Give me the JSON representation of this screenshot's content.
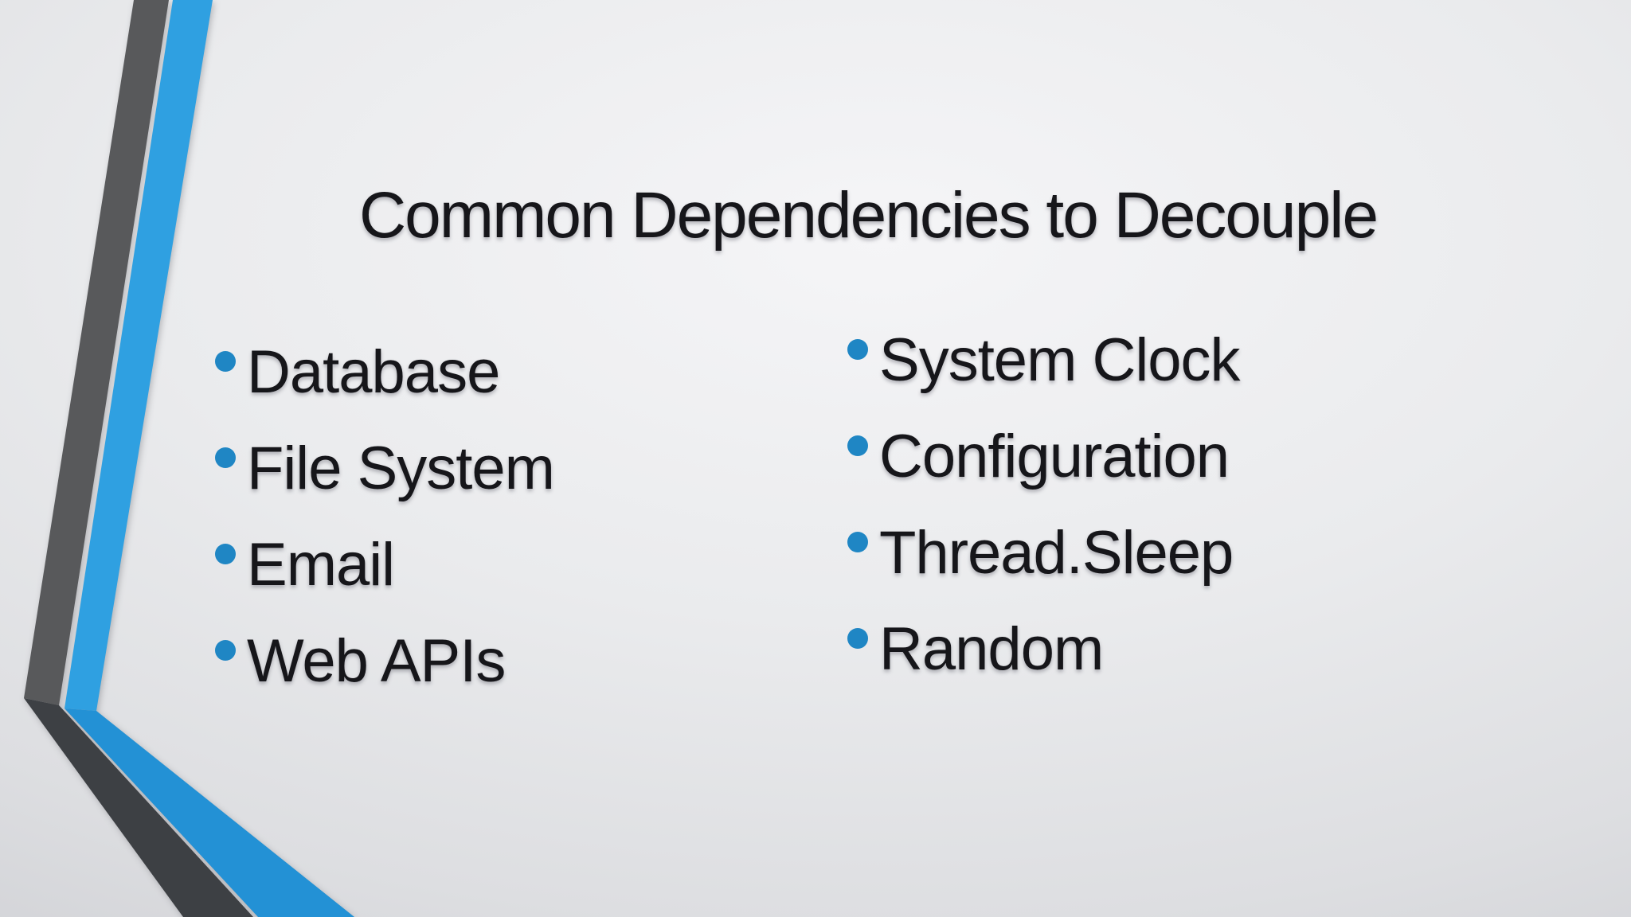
{
  "slide": {
    "title": "Common Dependencies to Decouple",
    "bullets_left": [
      "Database",
      "File System",
      "Email",
      "Web APIs"
    ],
    "bullets_right": [
      "System Clock",
      "Configuration",
      "Thread.Sleep",
      "Random"
    ],
    "colors": {
      "text": "#16161A",
      "bullet_dot": "#1F86C4",
      "ribbon_gray_upper": "#58595B",
      "ribbon_gray_lower": "#3D4044",
      "ribbon_blue_upper": "#2FA0E1",
      "ribbon_blue_lower": "#2391D5",
      "background_center": "#F5F5F7",
      "background_edge": "#C8C9CE"
    }
  }
}
